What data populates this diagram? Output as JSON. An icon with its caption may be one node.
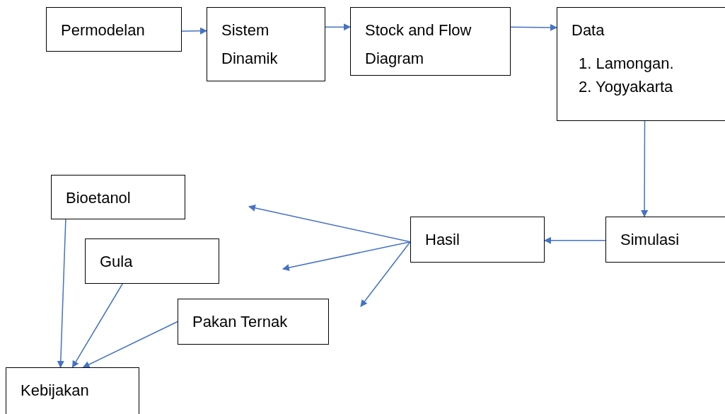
{
  "diagram": {
    "nodes": [
      {
        "text": [
          "Permodelan"
        ]
      },
      {
        "text": [
          "Sistem Dinamik"
        ]
      },
      {
        "text": [
          "Stock and Flow Diagram"
        ]
      },
      {
        "text": [
          "Data",
          "1. Lamongan.",
          "2. Yogyakarta"
        ]
      },
      {
        "text": [
          "Bioetanol"
        ]
      },
      {
        "text": [
          "Gula"
        ]
      },
      {
        "text": [
          "Pakan Ternak"
        ]
      },
      {
        "text": [
          "Kebijakan"
        ]
      },
      {
        "text": [
          "Hasil"
        ]
      },
      {
        "text": [
          "Simulasi"
        ]
      }
    ],
    "edges": [
      {
        "from": 0,
        "to": 1,
        "arrow": "to"
      },
      {
        "from": 1,
        "to": 2,
        "arrow": "to"
      },
      {
        "from": 2,
        "to": 3,
        "arrow": "to"
      },
      {
        "from": 3,
        "to": 9,
        "arrow": "to"
      },
      {
        "from": 9,
        "to": 8,
        "arrow": "to"
      },
      {
        "from": 8,
        "to": null,
        "arrow": "to"
      },
      {
        "from": 8,
        "to": null,
        "arrow": "to"
      },
      {
        "from": 8,
        "to": null,
        "arrow": "to"
      },
      {
        "from": 4,
        "to": 7,
        "arrow": "to"
      },
      {
        "from": 5,
        "to": 7,
        "arrow": "to"
      },
      {
        "from": 6,
        "to": 7,
        "arrow": "to"
      }
    ]
  }
}
